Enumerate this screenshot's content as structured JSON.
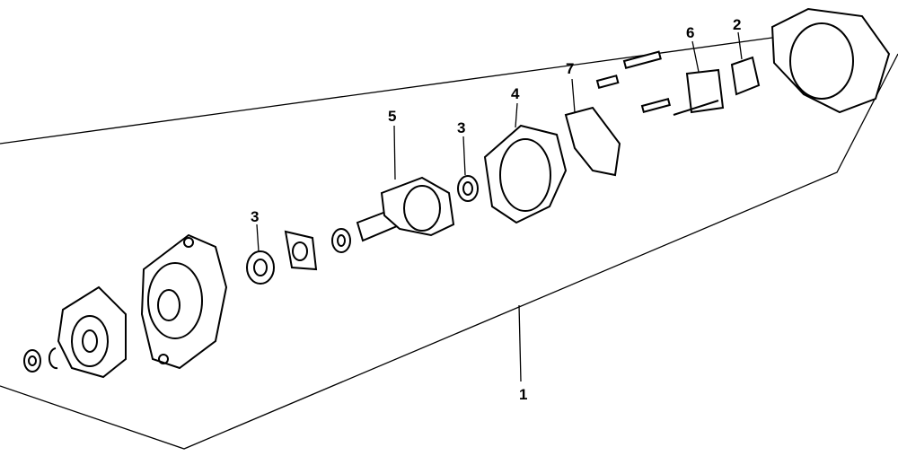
{
  "diagram": {
    "type": "exploded parts view",
    "callouts": [
      {
        "id": "callout-1",
        "text": "1"
      },
      {
        "id": "callout-2",
        "text": "2"
      },
      {
        "id": "callout-3a",
        "text": "3"
      },
      {
        "id": "callout-3b",
        "text": "3"
      },
      {
        "id": "callout-4",
        "text": "4"
      },
      {
        "id": "callout-5",
        "text": "5"
      },
      {
        "id": "callout-6",
        "text": "6"
      },
      {
        "id": "callout-7",
        "text": "7"
      }
    ],
    "line_color": "#000000",
    "background": "#ffffff"
  }
}
